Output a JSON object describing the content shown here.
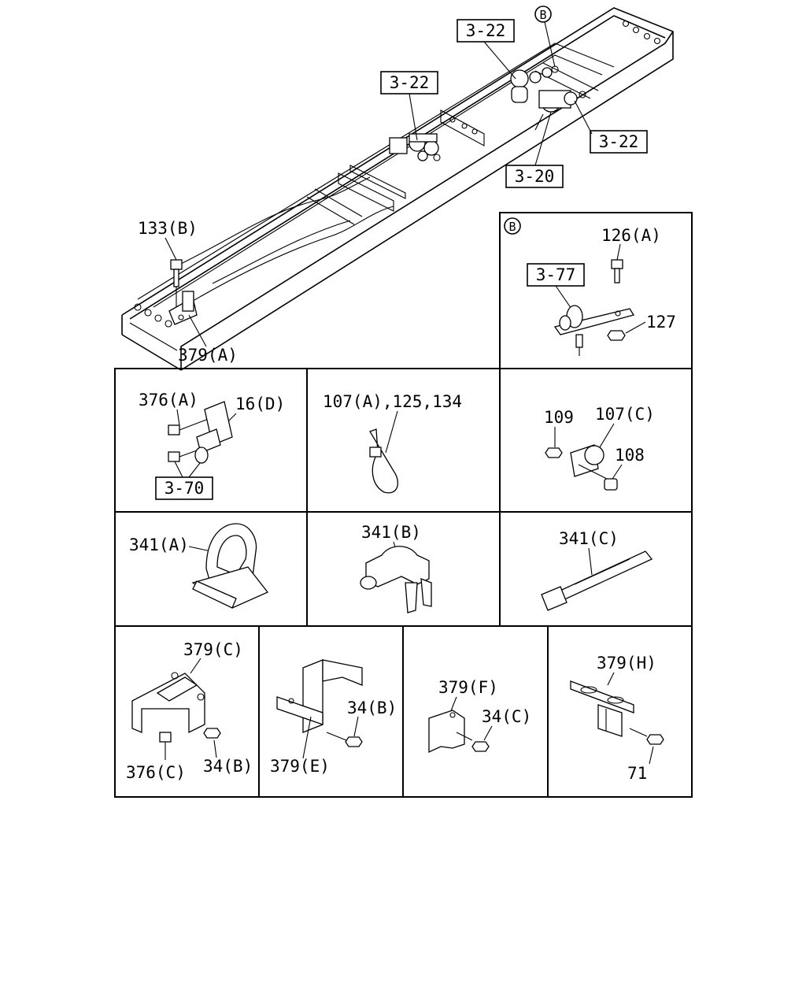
{
  "main": {
    "refs": {
      "ref_322_top": "3-22",
      "ref_322_mid": "3-22",
      "ref_322_right": "3-22",
      "ref_320": "3-20"
    },
    "callout_b": "B",
    "label_133b": "133(B)",
    "label_379a": "379(A)"
  },
  "detail_b": {
    "marker": "B",
    "ref_377": "3-77",
    "label_126a": "126(A)",
    "label_127": "127"
  },
  "cells": {
    "c1": {
      "label_376a": "376(A)",
      "label_16d": "16(D)",
      "ref_370": "3-70"
    },
    "c2": {
      "label": "107(A),125,134"
    },
    "c3": {
      "label_109": "109",
      "label_107c": "107(C)",
      "label_108": "108"
    },
    "c4": {
      "label": "341(A)"
    },
    "c5": {
      "label": "341(B)"
    },
    "c6": {
      "label": "341(C)"
    },
    "c7": {
      "label_379c": "379(C)",
      "label_376c": "376(C)",
      "label_34b": "34(B)"
    },
    "c8": {
      "label_379e": "379(E)",
      "label_34b": "34(B)"
    },
    "c9": {
      "label_379f": "379(F)",
      "label_34c": "34(C)"
    },
    "c10": {
      "label_379h": "379(H)",
      "label_71": "71"
    }
  }
}
